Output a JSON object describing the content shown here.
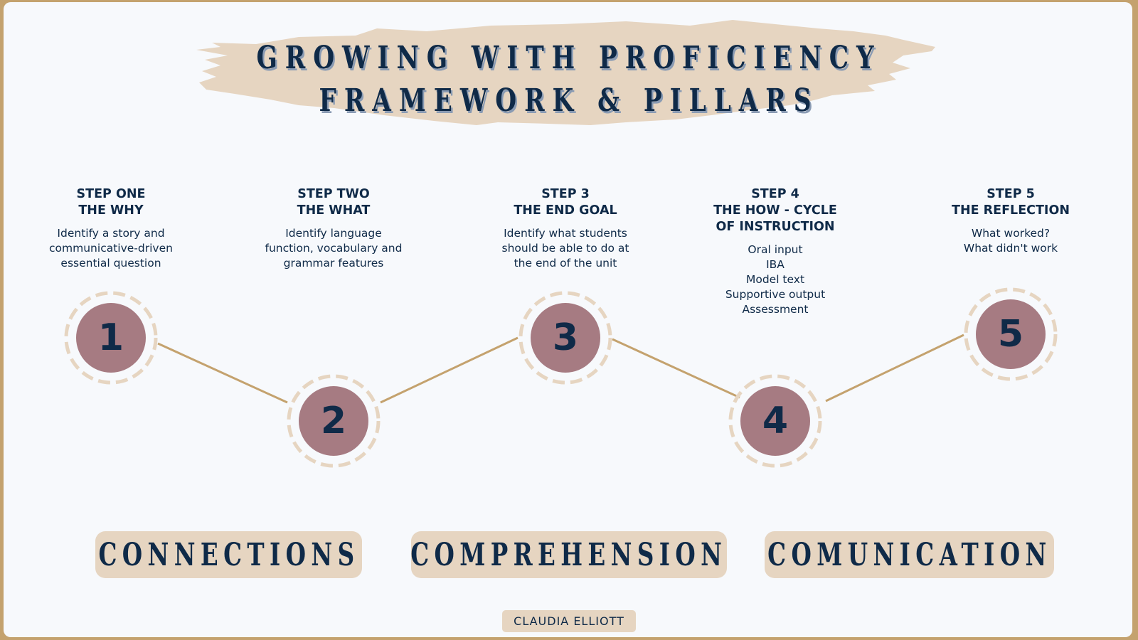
{
  "title": {
    "line1": "GROWING WITH PROFICIENCY",
    "line2": "FRAMEWORK & PILLARS"
  },
  "steps": [
    {
      "heading": [
        "STEP ONE",
        "THE WHY"
      ],
      "description": [
        "Identify a story and",
        "communicative-driven",
        "essential question"
      ],
      "number": "1"
    },
    {
      "heading": [
        "STEP TWO",
        "THE WHAT"
      ],
      "description": [
        "Identify language",
        "function, vocabulary and",
        "grammar features"
      ],
      "number": "2"
    },
    {
      "heading": [
        "STEP 3",
        "THE END GOAL"
      ],
      "description": [
        "Identify what students",
        "should be able to do at",
        "the end of the unit"
      ],
      "number": "3"
    },
    {
      "heading": [
        "STEP 4",
        "THE HOW - CYCLE",
        "OF INSTRUCTION"
      ],
      "description": [
        "Oral input",
        "IBA",
        "Model text",
        "Supportive output",
        "Assessment"
      ],
      "number": "4"
    },
    {
      "heading": [
        "STEP 5",
        "THE REFLECTION"
      ],
      "description": [
        "What worked?",
        "What didn't work"
      ],
      "number": "5"
    }
  ],
  "pillars": [
    "CONNECTIONS",
    "COMPREHENSION",
    "COMUNICATION"
  ],
  "author": "CLAUDIA ELLIOTT",
  "colors": {
    "navy": "#0f2a48",
    "mauve": "#a67b82",
    "beige": "#e6d5c1",
    "gold": "#c4a26e",
    "background": "#f7f9fc"
  }
}
